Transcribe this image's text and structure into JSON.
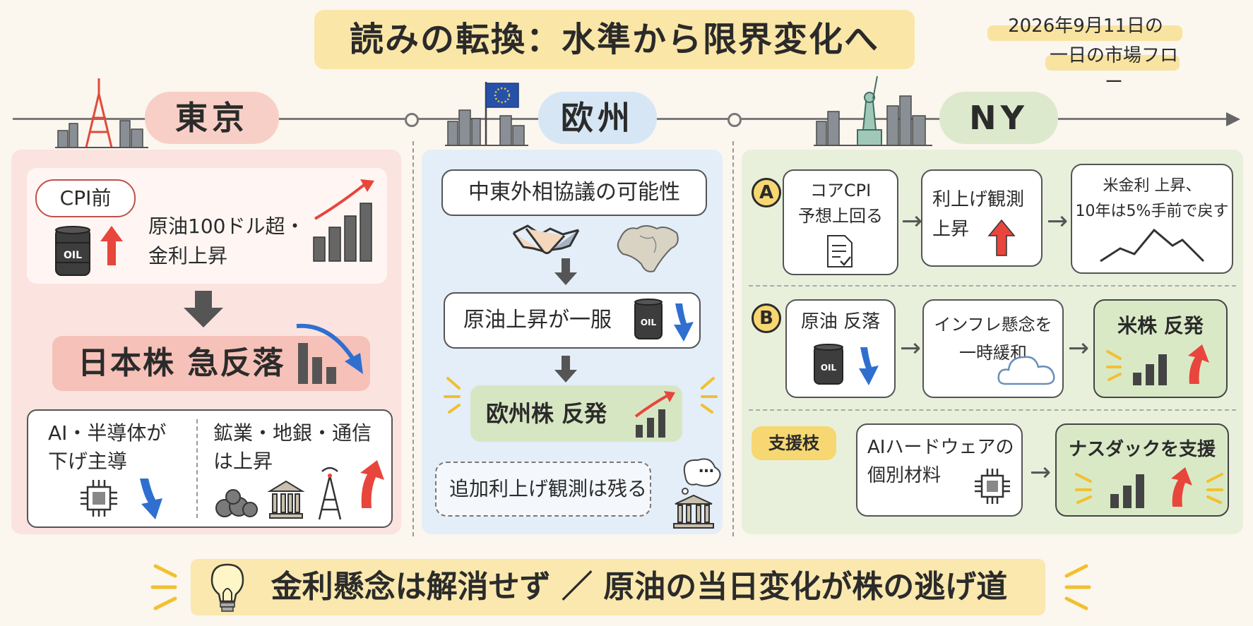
{
  "header": {
    "title": "読みの転換：水準から限界変化へ",
    "date_line1": "2026年9月11日の",
    "date_line2": "一日の市場フロー"
  },
  "regions": {
    "tokyo": "東京",
    "europe": "欧州",
    "ny": "NY"
  },
  "tokyo": {
    "cpi_label": "CPI前",
    "oil_text": "原油100ドル超・金利上昇",
    "oil_text_l1": "原油100ドル超・",
    "oil_text_l2": "金利上昇",
    "oil_icon_label": "OIL",
    "headline": "日本株 急反落",
    "left_l1": "AI・半導体が",
    "left_l2": "下げ主導",
    "right_l1": "鉱業・地銀・通信",
    "right_l2": "は上昇"
  },
  "europe": {
    "top": "中東外相協議の可能性",
    "middle": "原油上昇が一服",
    "oil_icon_label": "OIL",
    "result": "欧州株 反発",
    "note": "追加利上げ観測は残る",
    "bubble": "…"
  },
  "ny": {
    "row_a": {
      "label": "A",
      "box1_l1": "コアCPI",
      "box1_l2": "予想上回る",
      "box2_l1": "利上げ観測",
      "box2_l2": "上昇",
      "box3_l1": "米金利 上昇、",
      "box3_l2": "10年は5%手前で戻す"
    },
    "row_b": {
      "label": "B",
      "box1": "原油 反落",
      "oil_icon_label": "OIL",
      "box2_l1": "インフレ懸念を",
      "box2_l2": "一時緩和",
      "box3": "米株 反発"
    },
    "row_c": {
      "label": "支援枝",
      "box1_l1": "AIハードウェアの",
      "box1_l2": "個別材料",
      "box2": "ナスダックを支援"
    }
  },
  "footer": {
    "text": "金利懸念は解消せず ／ 原油の当日変化が株の逃げ道"
  },
  "colors": {
    "tokyo_panel": "#fbe3df",
    "europe_panel": "#e3eef8",
    "ny_panel": "#e8f0dc",
    "up_arrow": "#e8453c",
    "down_arrow": "#2f6fd0",
    "highlight": "#f9e39a"
  }
}
